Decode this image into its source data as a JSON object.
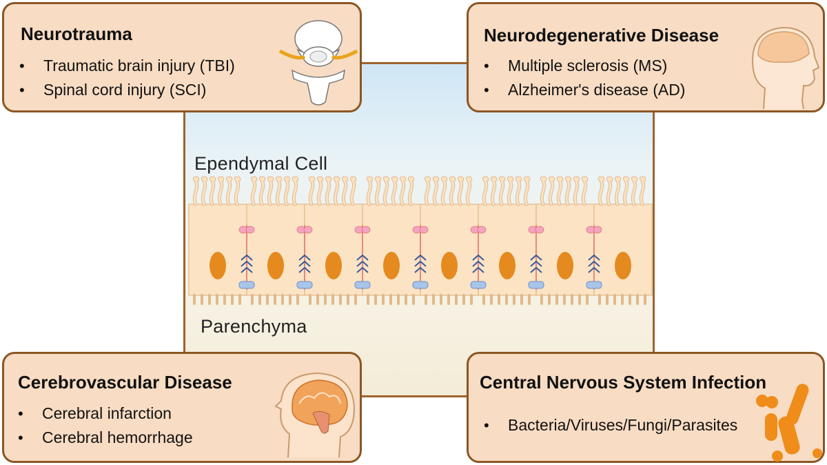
{
  "center": {
    "top_label": "Ependymal Cell",
    "bottom_label": "Parenchyma"
  },
  "cards": {
    "neurotrauma": {
      "title": "Neurotrauma",
      "items": [
        "Traumatic brain injury (TBI)",
        "Spinal cord injury (SCI)"
      ],
      "icon": "spinal-cord-icon"
    },
    "neurodegenerative": {
      "title": "Neurodegenerative Disease",
      "items": [
        "Multiple sclerosis (MS)",
        "Alzheimer's disease (AD)"
      ],
      "icon": "head-brain-icon"
    },
    "cerebrovascular": {
      "title": "Cerebrovascular Disease",
      "items": [
        "Cerebral infarction",
        "Cerebral hemorrhage"
      ],
      "icon": "brain-sagittal-icon"
    },
    "cns_infection": {
      "title": "Central Nervous System Infection",
      "items": [
        "Bacteria/Viruses/Fungi/Parasites"
      ],
      "icon": "bacteria-icon"
    }
  },
  "colors": {
    "card_fill": "#f8dcc3",
    "card_border": "#8a5624",
    "cell_fill": "#fbe3c4",
    "nucleus": "#e58a1f",
    "junction_pink": "#f4a3c0",
    "junction_blue": "#a8c4e8"
  },
  "cell_count": 8
}
